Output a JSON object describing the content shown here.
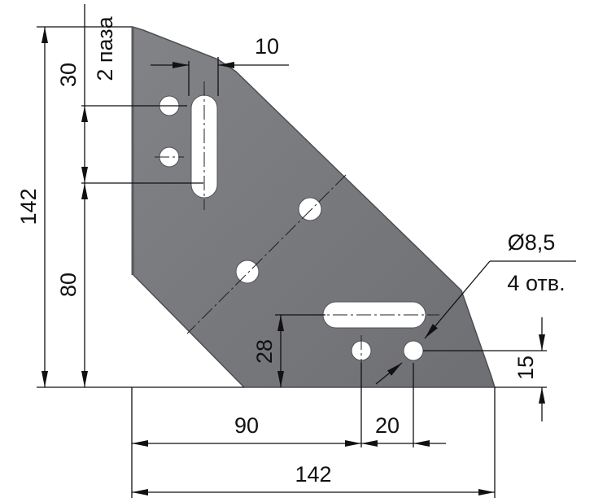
{
  "drawing": {
    "colors": {
      "plate": "#76777b",
      "plate_edge": "#4e4f53",
      "lines": "#111111",
      "background": "#ffffff"
    },
    "dimensions": {
      "height_total": "142",
      "height_lower": "80",
      "height_top": "30",
      "slot_count": "2 паза",
      "chamfer": "10",
      "hole_diameter": "Ø8,5",
      "hole_count": "4 отв.",
      "slot_offset": "28",
      "hole_height": "15",
      "width_partial": "90",
      "hole_spacing": "20",
      "width_total": "142"
    }
  }
}
